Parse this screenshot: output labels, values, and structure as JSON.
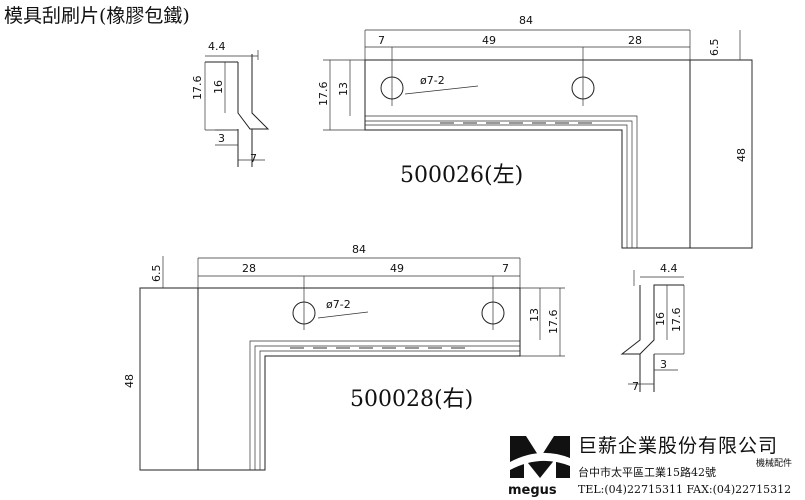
{
  "title": "模具刮刷片(橡膠包鐵)",
  "left_part": {
    "label": "500026(左)",
    "dims": {
      "total": "84",
      "seg1": "7",
      "seg2": "49",
      "seg3": "28",
      "hole": "ø7-2",
      "offset": "6.5",
      "height": "17.6",
      "inner": "13",
      "long": "48"
    }
  },
  "right_part": {
    "label": "500028(右)",
    "dims": {
      "total": "84",
      "seg1": "28",
      "seg2": "49",
      "seg3": "7",
      "hole": "ø7-2",
      "offset": "6.5",
      "height": "17.6",
      "inner": "13",
      "long": "48"
    }
  },
  "profile_top": {
    "w": "4.4",
    "h": "17.6",
    "mid": "16",
    "a": "3",
    "b": "7"
  },
  "profile_bottom": {
    "w": "4.4",
    "h": "17.6",
    "mid": "16",
    "a": "3",
    "b": "7"
  },
  "company": {
    "name": "巨薪企業股份有限公司",
    "subtitle": "機械配件",
    "address": "台中市太平區工業15路42號",
    "contact": "TEL:(04)22715311 FAX:(04)22715312",
    "logo_text": "megus"
  }
}
